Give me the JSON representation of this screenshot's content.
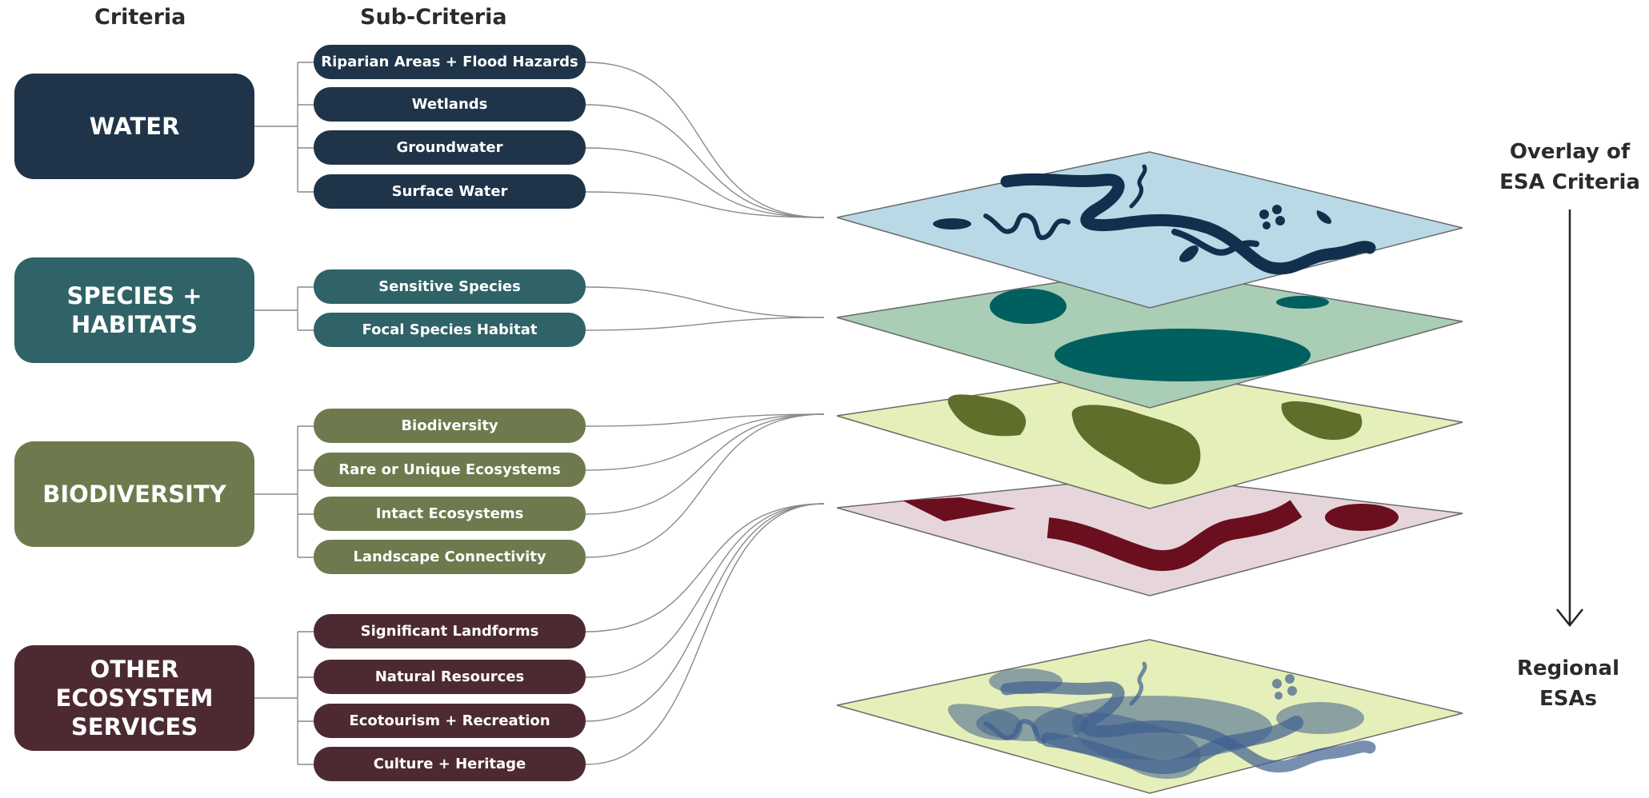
{
  "headers": {
    "criteria": "Criteria",
    "sub_criteria": "Sub-Criteria"
  },
  "criteria": [
    {
      "label": "WATER",
      "color": "#1f3448",
      "sub": [
        "Riparian Areas + Flood Hazards",
        "Wetlands",
        "Groundwater",
        "Surface Water"
      ]
    },
    {
      "label": "SPECIES + HABITATS",
      "color": "#2f6367",
      "sub": [
        "Sensitive Species",
        "Focal Species Habitat"
      ]
    },
    {
      "label": "BIODIVERSITY",
      "color": "#6e7a4d",
      "sub": [
        "Biodiversity",
        "Rare or Unique Ecosystems",
        "Intact Ecosystems",
        "Landscape Connectivity"
      ]
    },
    {
      "label": "OTHER ECOSYSTEM SERVICES",
      "color": "#4d2a32",
      "sub": [
        "Significant Landforms",
        "Natural Resources",
        "Ecotourism + Recreation",
        "Culture + Heritage"
      ]
    }
  ],
  "overlay_label": "Overlay of ESA Criteria",
  "result_label": "Regional ESAs",
  "layers": [
    {
      "name": "water-layer",
      "fill": "#b9d9e6",
      "feature_color": "#11304d"
    },
    {
      "name": "species-layer",
      "fill": "#a9cdb5",
      "feature_color": "#00605f"
    },
    {
      "name": "biodiversity-layer",
      "fill": "#e5efb9",
      "feature_color": "#5f6e2b"
    },
    {
      "name": "other-layer",
      "fill": "#e6d6dc",
      "feature_color": "#6b0f1f"
    },
    {
      "name": "regional-esa-layer",
      "fill": "#e5efb9",
      "feature_color": "#3f5f8e"
    }
  ]
}
